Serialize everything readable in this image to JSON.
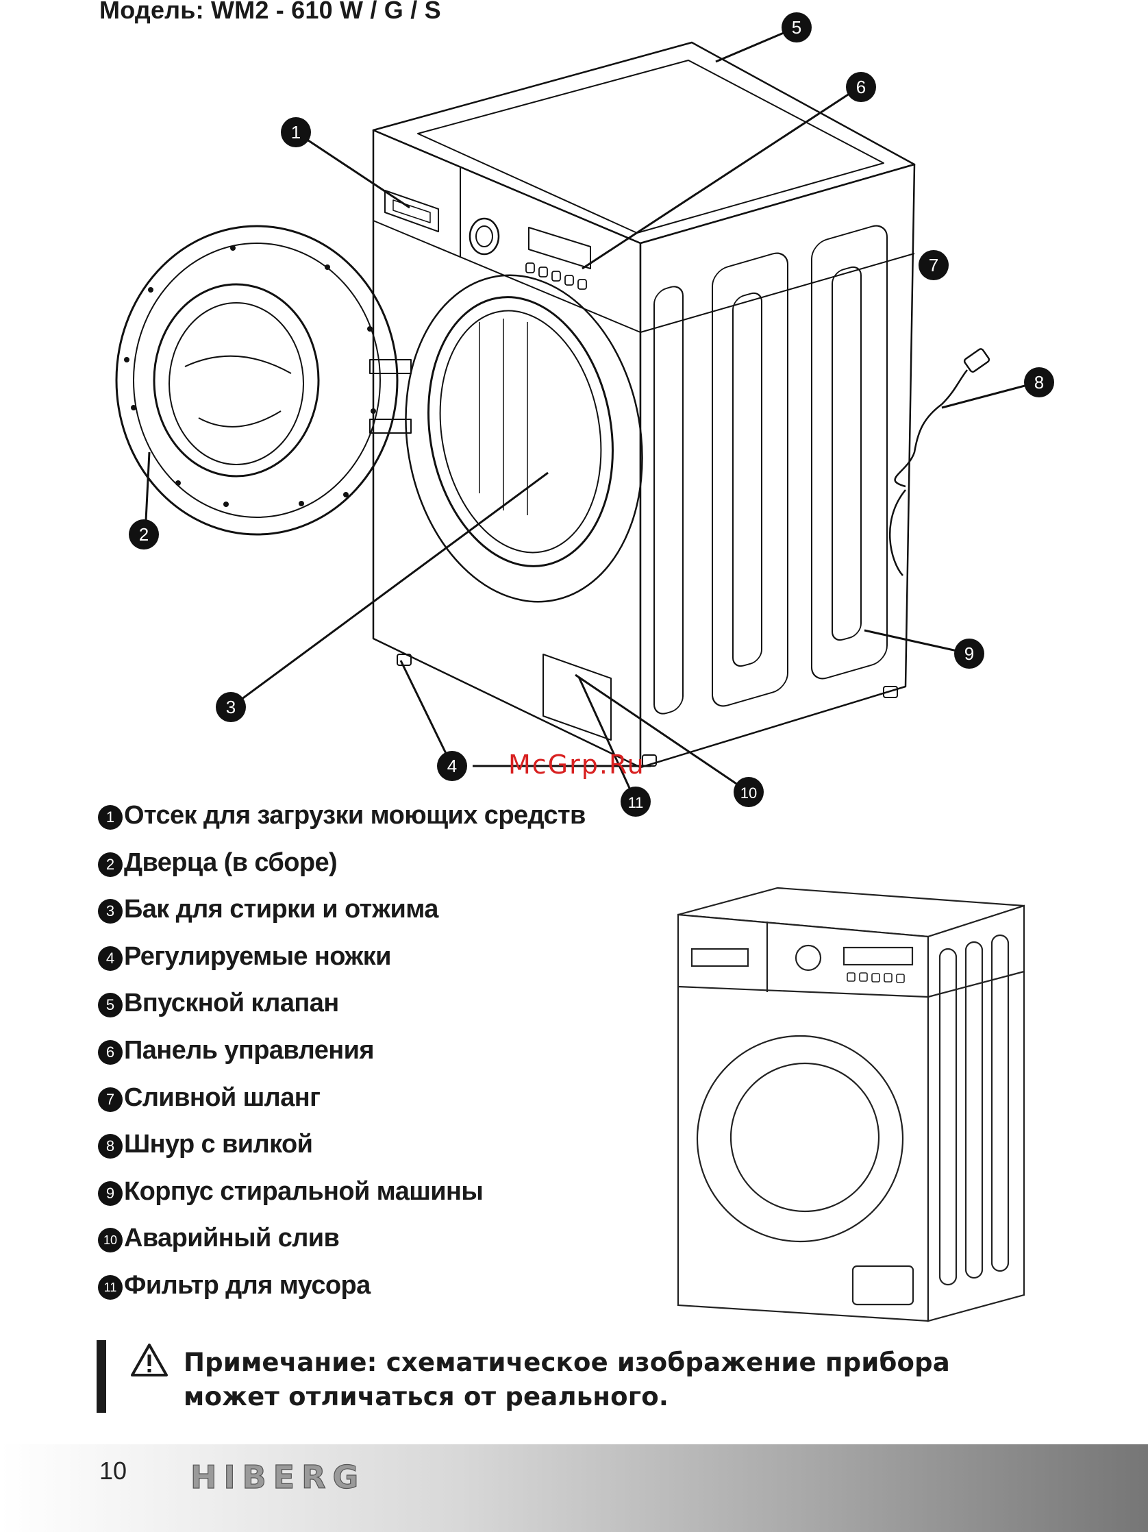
{
  "header": {
    "model_title": "Модель: WM2 - 610 W / G / S"
  },
  "diagram": {
    "callouts": [
      "1",
      "2",
      "3",
      "4",
      "5",
      "6",
      "7",
      "8",
      "9",
      "10",
      "11"
    ]
  },
  "watermark": "McGrp.Ru",
  "legend": {
    "items": [
      {
        "num": "1",
        "label": "Отсек для загрузки моющих средств"
      },
      {
        "num": "2",
        "label": "Дверца (в сборе)"
      },
      {
        "num": "3",
        "label": "Бак для стирки и отжима"
      },
      {
        "num": "4",
        "label": "Регулируемые ножки"
      },
      {
        "num": "5",
        "label": "Впускной клапан"
      },
      {
        "num": "6",
        "label": "Панель управления"
      },
      {
        "num": "7",
        "label": "Сливной шланг"
      },
      {
        "num": "8",
        "label": "Шнур с вилкой"
      },
      {
        "num": "9",
        "label": "Корпус стиральной машины"
      },
      {
        "num": "10",
        "label": "Аварийный слив"
      },
      {
        "num": "11",
        "label": "Фильтр для мусора"
      }
    ]
  },
  "note": {
    "icon": "warning-triangle-icon",
    "text": "Примечание: схематическое изображение прибора может отличаться от реального."
  },
  "footer": {
    "page_number": "10",
    "brand": "HIBERG"
  }
}
